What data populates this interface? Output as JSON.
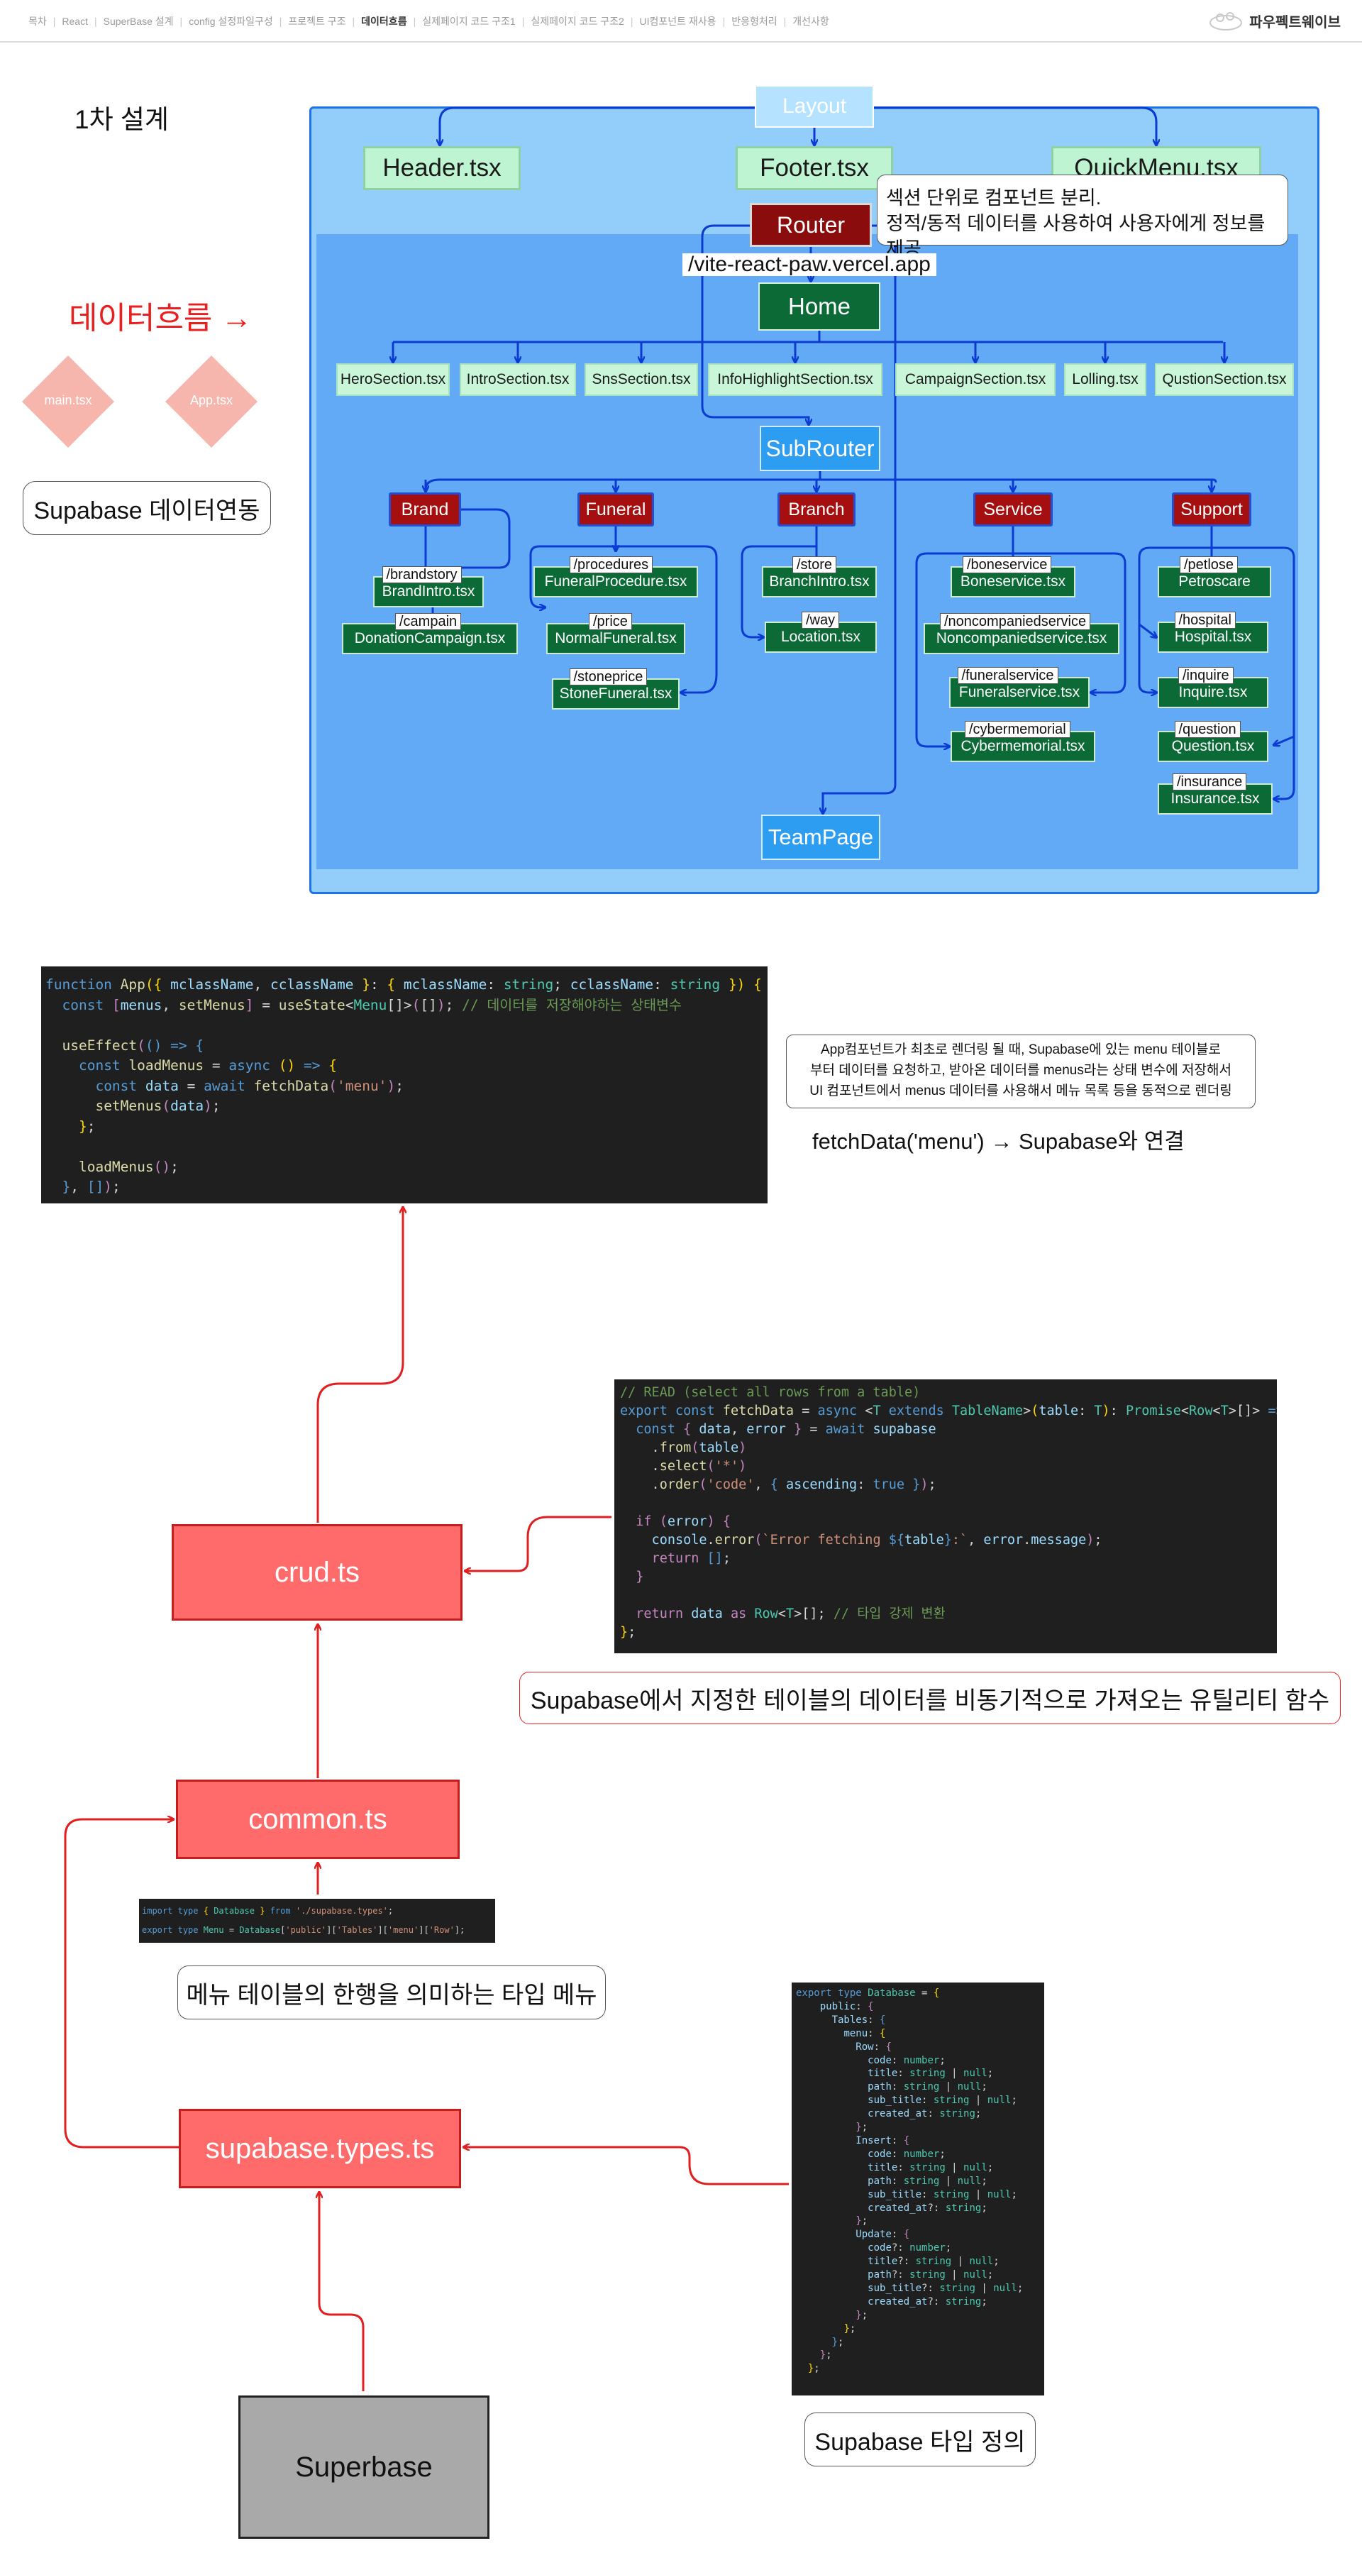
{
  "nav": {
    "items": [
      "목차",
      "React",
      "SuperBase 설계",
      "config 설정파일구성",
      "프로젝트 구조",
      "데이터흐름",
      "실제페이지 코드 구조1",
      "실제페이지 코드 구조2",
      "UI컴포넌트 재사용",
      "반응형처리",
      "개선사항"
    ],
    "active_index": 5,
    "brand_name": "파우펙트웨이브"
  },
  "design": {
    "title": "1차 설계",
    "data_flow_label": "데이터흐름 →",
    "main_label": "main.tsx",
    "app_label": "App.tsx",
    "supabase_link_label": "Supabase 데이터연동",
    "layout": "Layout",
    "header": "Header.tsx",
    "footer": "Footer.tsx",
    "quickmenu": "QuickMenu.tsx",
    "router": "Router",
    "url": "/vite-react-paw.vercel.app",
    "home": "Home",
    "note_line1": "섹션 단위로 컴포넌트 분리.",
    "note_line2": "정적/동적 데이터를 사용하여 사용자에게 정보를 제공",
    "sections": [
      "HeroSection.tsx",
      "IntroSection.tsx",
      "SnsSection.tsx",
      "InfoHighlightSection.tsx",
      "CampaignSection.tsx",
      "Lolling.tsx",
      "QustionSection.tsx"
    ],
    "subrouter": "SubRouter",
    "teampage": "TeamPage",
    "categories": [
      {
        "name": "Brand",
        "routes": [
          {
            "path": "/brandstory",
            "file": "BrandIntro.tsx"
          },
          {
            "path": "/campain",
            "file": "DonationCampaign.tsx"
          }
        ]
      },
      {
        "name": "Funeral",
        "routes": [
          {
            "path": "/procedures",
            "file": "FuneralProcedure.tsx"
          },
          {
            "path": "/price",
            "file": "NormalFuneral.tsx"
          },
          {
            "path": "/stoneprice",
            "file": "StoneFuneral.tsx"
          }
        ]
      },
      {
        "name": "Branch",
        "routes": [
          {
            "path": "/store",
            "file": "BranchIntro.tsx"
          },
          {
            "path": "/way",
            "file": "Location.tsx"
          }
        ]
      },
      {
        "name": "Service",
        "routes": [
          {
            "path": "/boneservice",
            "file": "Boneservice.tsx"
          },
          {
            "path": "/noncompaniedservice",
            "file": "Noncompaniedservice.tsx"
          },
          {
            "path": "/funeralservice",
            "file": "Funeralservice.tsx"
          },
          {
            "path": "/cybermemorial",
            "file": "Cybermemorial.tsx"
          }
        ]
      },
      {
        "name": "Support",
        "routes": [
          {
            "path": "/petlose",
            "file": "Petroscare"
          },
          {
            "path": "/hospital",
            "file": "Hospital.tsx"
          },
          {
            "path": "/inquire",
            "file": "Inquire.tsx"
          },
          {
            "path": "/question",
            "file": "Question.tsx"
          },
          {
            "path": "/insurance",
            "file": "Insurance.tsx"
          }
        ]
      }
    ]
  },
  "flow": {
    "app_note_line1": "App컴포넌트가 최초로 렌더링 될 때, Supabase에 있는 menu 테이블로",
    "app_note_line2": "부터 데이터를 요청하고, 받아온 데이터를 menus라는 상태 변수에 저장해서",
    "app_note_line3": "UI 컴포넌트에서 menus 데이터를 사용해서 메뉴 목록 등을 동적으로 렌더링",
    "fetch_caption": "fetchData('menu') → Supabase와 연결",
    "crud": "crud.ts",
    "crud_caption": "Supabase에서 지정한 테이블의 데이터를 비동기적으로 가져오는 유틸리티 함수",
    "common": "common.ts",
    "menu_type_caption": "메뉴 테이블의 한행을 의미하는 타입 메뉴",
    "types": "supabase.types.ts",
    "superbase": "Superbase",
    "types_caption": "Supabase 타입 정의"
  },
  "colors": {
    "outer_panel": "#93cdf9",
    "inner_panel": "#62a9f6",
    "connector_blue": "#0b3bd1",
    "connector_red": "#e0201f",
    "red_box": "#ff6b6b",
    "dark_green": "#0b6a35",
    "dark_red": "#8b0c0c"
  }
}
